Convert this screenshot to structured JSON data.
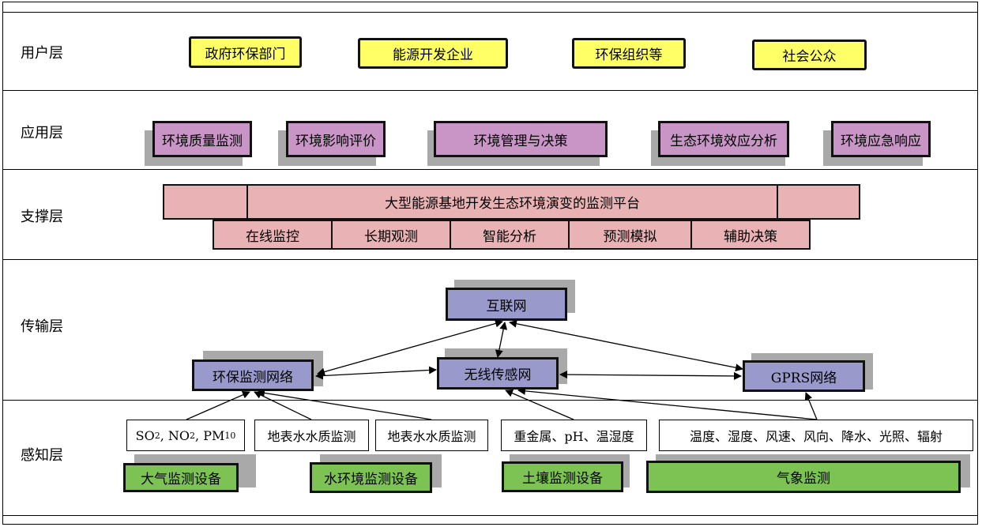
{
  "layers": {
    "user": "用户层",
    "application": "应用层",
    "support": "支撑层",
    "transport": "传输层",
    "perception": "感知层"
  },
  "user_layer": [
    "政府环保部门",
    "能源开发企业",
    "环保组织等",
    "社会公众"
  ],
  "application_layer": [
    "环境质量监测",
    "环境影响评价",
    "环境管理与决策",
    "生态环境效应分析",
    "环境应急响应"
  ],
  "support_layer": {
    "platform": "大型能源基地开发生态环境演变的监测平台",
    "functions": [
      "在线监控",
      "长期观测",
      "智能分析",
      "预测模拟",
      "辅助决策"
    ]
  },
  "transport_layer": {
    "internet": "互联网",
    "env_network": "环保监测网络",
    "wireless": "无线传感网",
    "gprs": "GPRS网络"
  },
  "perception_layer": {
    "air_params": {
      "so2": "SO",
      "so2_sub": "2",
      "sep1": ", NO",
      "no2_sub": "2",
      "sep2": ", PM",
      "pm_sub": "10"
    },
    "surface_water_1": "地表水水质监测",
    "surface_water_2": "地表水水质监测",
    "soil_params": "重金属、pH、温湿度",
    "weather_params": "温度、湿度、风速、风向、降水、光照、辐射",
    "air_device": "大气监测设备",
    "water_device": "水环境监测设备",
    "soil_device": "土壤监测设备",
    "weather_device": "气象监测"
  },
  "colors": {
    "user": "#ffff66",
    "application": "#c994c6",
    "support": "#e9b3b6",
    "transport": "#9999cc",
    "perception": "#7cc353",
    "shadow": "#a9a9a9"
  }
}
